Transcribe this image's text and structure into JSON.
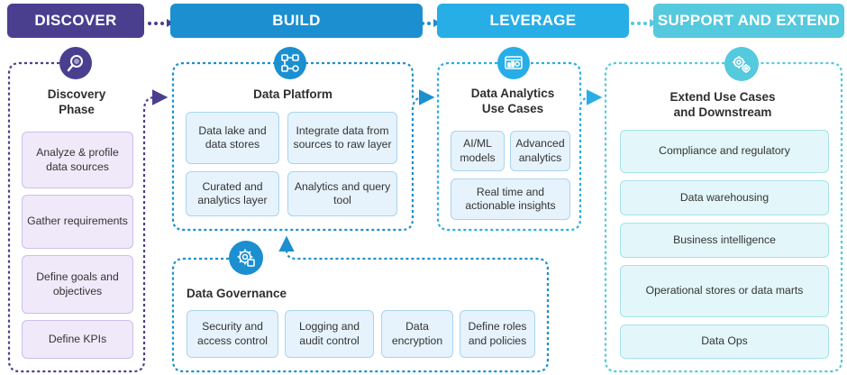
{
  "phases": {
    "discover": "DISCOVER",
    "build": "BUILD",
    "leverage": "LEVERAGE",
    "support": "SUPPORT AND EXTEND"
  },
  "discovery": {
    "title_line1": "Discovery",
    "title_line2": "Phase",
    "items": [
      "Analyze & profile data sources",
      "Gather requirements",
      "Define goals and objectives",
      "Define KPIs"
    ]
  },
  "data_platform": {
    "title": "Data Platform",
    "items": [
      "Data lake and data stores",
      "Integrate data from sources to raw layer",
      "Curated and analytics layer",
      "Analytics and query tool"
    ]
  },
  "analytics": {
    "title_line1": "Data Analytics",
    "title_line2": "Use Cases",
    "items": [
      "AI/ML models",
      "Advanced analytics",
      "Real time and actionable insights"
    ]
  },
  "governance": {
    "title": "Data Governance",
    "items": [
      "Security and access control",
      "Logging and audit control",
      "Data encryption",
      "Define roles and policies"
    ]
  },
  "extend": {
    "title_line1": "Extend Use Cases",
    "title_line2": "and Downstream",
    "items": [
      "Compliance and regulatory",
      "Data warehousing",
      "Business intelligence",
      "Operational stores or data marts",
      "Data Ops"
    ]
  },
  "icons": {
    "discovery": "magnifier-icon",
    "platform": "data-network-icon",
    "analytics": "dashboard-icon",
    "governance": "governance-gear-icon",
    "extend": "gears-icon"
  },
  "colors": {
    "purple": "#4a3f8f",
    "blue": "#1b8fd0",
    "sky": "#27aee6",
    "teal": "#55c9dd"
  }
}
